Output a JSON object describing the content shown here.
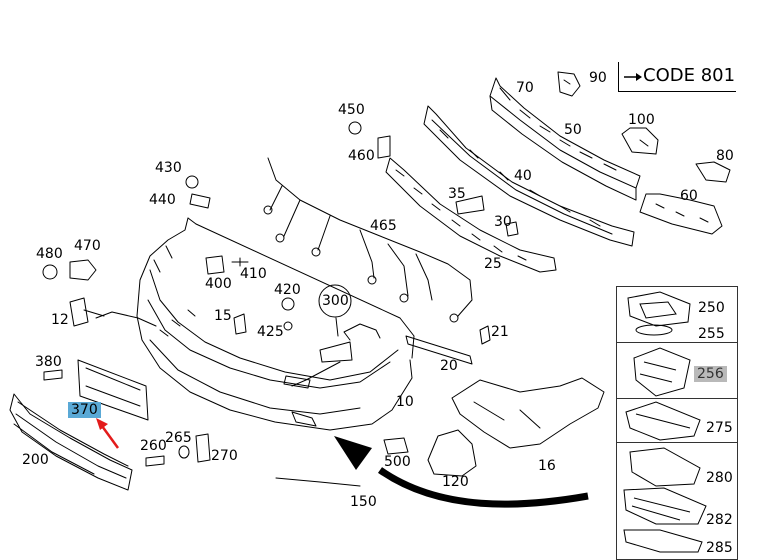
{
  "code_label": "CODE 801",
  "colors": {
    "highlight": "#5aa9d6",
    "selected_gray": "#b9b9b9",
    "arrow": "#e31b1b",
    "line": "#000000"
  },
  "callouts": [
    {
      "id": "90",
      "label": "90"
    },
    {
      "id": "70",
      "label": "70"
    },
    {
      "id": "50",
      "label": "50"
    },
    {
      "id": "100",
      "label": "100"
    },
    {
      "id": "80",
      "label": "80"
    },
    {
      "id": "60",
      "label": "60"
    },
    {
      "id": "450",
      "label": "450"
    },
    {
      "id": "460",
      "label": "460"
    },
    {
      "id": "40",
      "label": "40"
    },
    {
      "id": "35",
      "label": "35"
    },
    {
      "id": "30",
      "label": "30"
    },
    {
      "id": "430",
      "label": "430"
    },
    {
      "id": "440",
      "label": "440"
    },
    {
      "id": "465",
      "label": "465"
    },
    {
      "id": "25",
      "label": "25"
    },
    {
      "id": "480",
      "label": "480"
    },
    {
      "id": "470",
      "label": "470"
    },
    {
      "id": "400",
      "label": "400"
    },
    {
      "id": "410",
      "label": "410"
    },
    {
      "id": "420",
      "label": "420"
    },
    {
      "id": "300",
      "label": "300"
    },
    {
      "id": "12",
      "label": "12"
    },
    {
      "id": "15",
      "label": "15"
    },
    {
      "id": "425",
      "label": "425"
    },
    {
      "id": "21",
      "label": "21"
    },
    {
      "id": "380",
      "label": "380"
    },
    {
      "id": "20",
      "label": "20"
    },
    {
      "id": "370",
      "label": "370",
      "highlighted": true
    },
    {
      "id": "10",
      "label": "10"
    },
    {
      "id": "260",
      "label": "260"
    },
    {
      "id": "265",
      "label": "265"
    },
    {
      "id": "270",
      "label": "270"
    },
    {
      "id": "200",
      "label": "200"
    },
    {
      "id": "500",
      "label": "500"
    },
    {
      "id": "16",
      "label": "16"
    },
    {
      "id": "120",
      "label": "120"
    },
    {
      "id": "150",
      "label": "150"
    }
  ],
  "side_panel": [
    {
      "id": "250",
      "label": "250"
    },
    {
      "id": "255",
      "label": "255"
    },
    {
      "id": "256",
      "label": "256",
      "selected": true
    },
    {
      "id": "275",
      "label": "275"
    },
    {
      "id": "280",
      "label": "280"
    },
    {
      "id": "282",
      "label": "282"
    },
    {
      "id": "285",
      "label": "285"
    }
  ]
}
